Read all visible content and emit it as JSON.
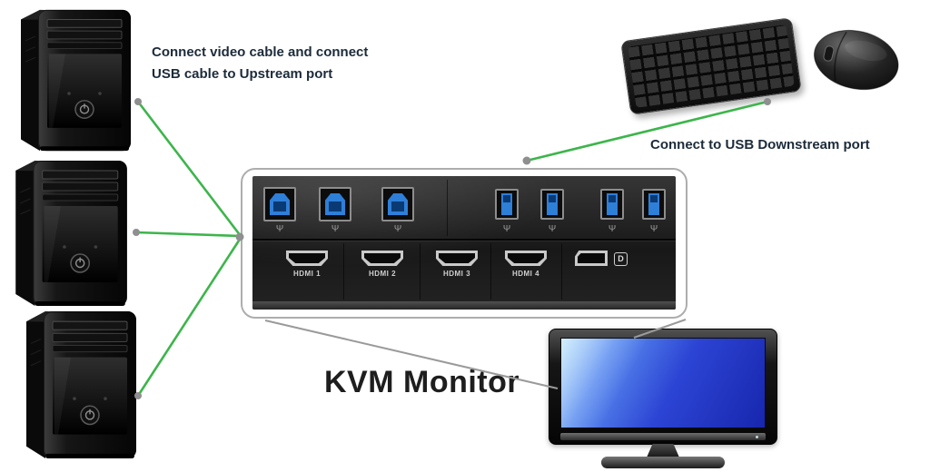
{
  "notes": {
    "upstream_line1": "Connect video cable and connect",
    "upstream_line2": "USB cable to Upstream port",
    "downstream": "Connect to USB Downstream port"
  },
  "monitor": {
    "label": "KVM Monitor"
  },
  "kvm_panel": {
    "hdmi_labels": [
      "HDMI 1",
      "HDMI 2",
      "HDMI 3",
      "HDMI 4"
    ],
    "displayport_logo": "D",
    "usb_icon_glyph": "Ψ"
  },
  "colors": {
    "connector-green": "#3db54b",
    "leader-gray": "#9a9a9a",
    "usb-blue": "#2e7fd8",
    "note-text": "#1c2b3a"
  }
}
